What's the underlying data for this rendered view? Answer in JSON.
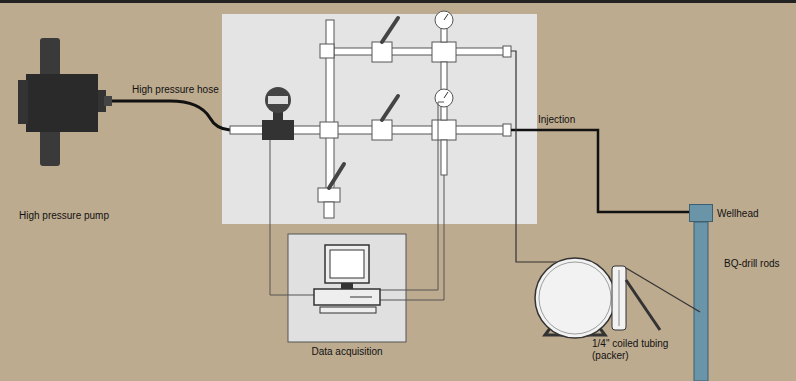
{
  "diagram": {
    "nodes": [
      {
        "text": [
          "High pressure pump"
        ]
      },
      {
        "text": [
          "Data acquisition"
        ]
      },
      {
        "text": [
          "Wellhead"
        ]
      }
    ],
    "labels": [
      "High pressure hose",
      "Injection",
      "BQ-drill rods",
      "1/4\" coiled tubing (packer)"
    ]
  }
}
